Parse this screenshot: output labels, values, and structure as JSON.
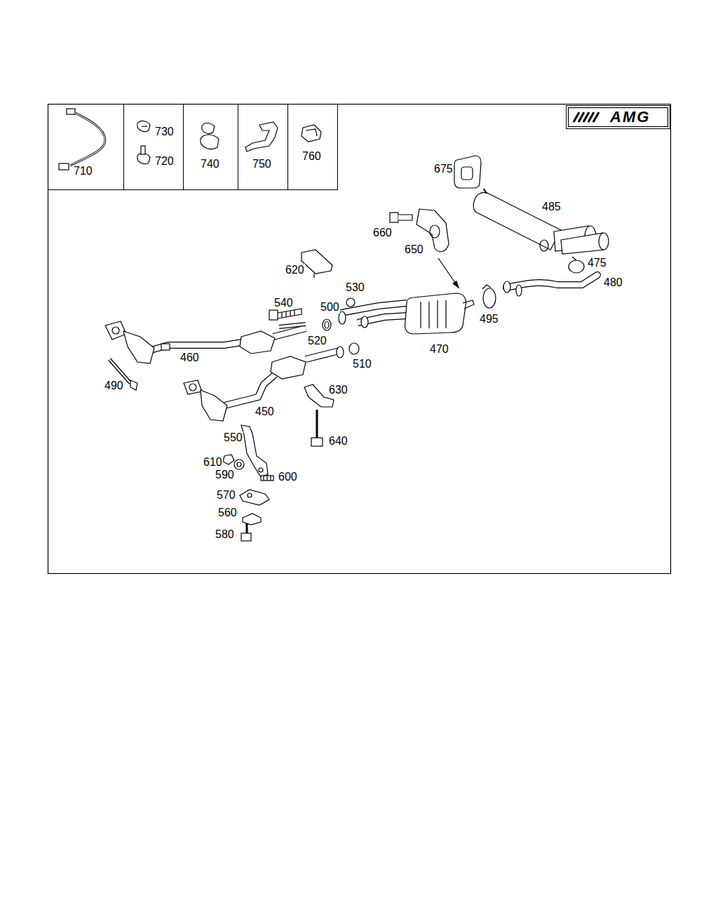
{
  "diagram": {
    "nodes": [
      {
        "text": [
          "710"
        ]
      },
      {
        "text": [
          "730",
          "720"
        ]
      },
      {
        "text": [
          "740"
        ]
      },
      {
        "text": [
          "750"
        ]
      },
      {
        "text": [
          "760"
        ]
      },
      {
        "text": [
          "AMG"
        ]
      }
    ],
    "labels": [
      "675",
      "485",
      "660",
      "650",
      "620",
      "530",
      "540",
      "500",
      "520",
      "475",
      "480",
      "495",
      "470",
      "460",
      "490",
      "510",
      "450",
      "630",
      "550",
      "640",
      "610",
      "590",
      "600",
      "570",
      "560",
      "580"
    ]
  }
}
